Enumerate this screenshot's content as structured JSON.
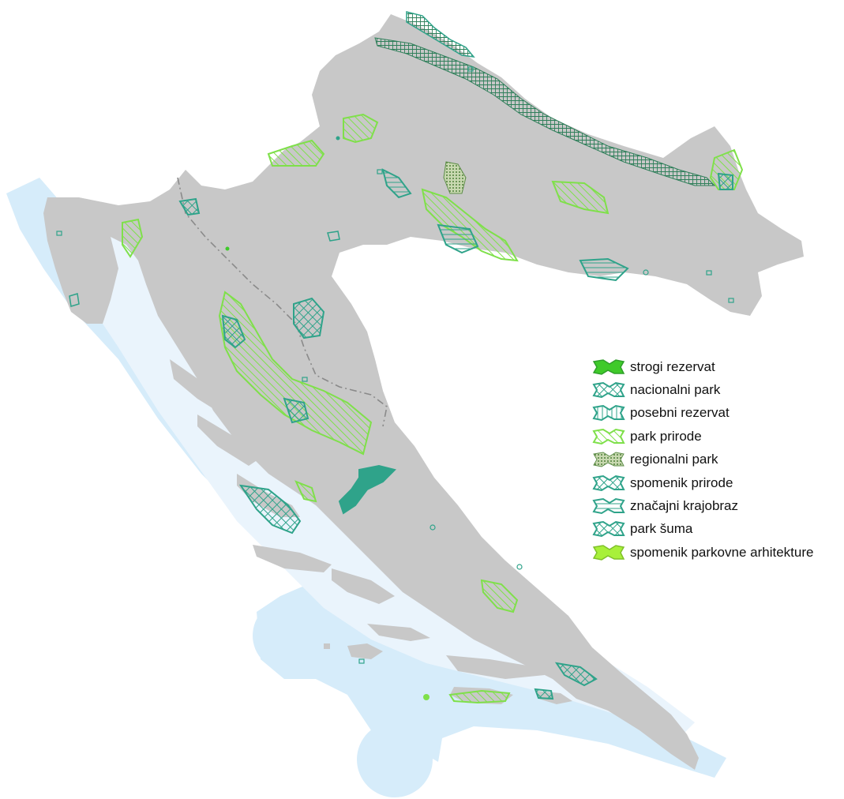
{
  "colors": {
    "land": "#c8c8c8",
    "sea_inner": "#eaf4fc",
    "sea_outer": "#d6ecfa",
    "teal": "#2fa38a",
    "lime": "#7fe04a",
    "bright_green": "#3fca2a",
    "olive": "#5f8f4a",
    "border_dash": "#8a8a8a"
  },
  "legend": {
    "items": [
      {
        "label": "strogi rezervat",
        "icon": "solid-green-blob-icon"
      },
      {
        "label": "nacionalni park",
        "icon": "teal-crosshatch-blob-icon"
      },
      {
        "label": "posebni rezervat",
        "icon": "teal-vertical-hatch-blob-icon"
      },
      {
        "label": "park prirode",
        "icon": "lime-diagonal-hatch-blob-icon"
      },
      {
        "label": "regionalni park",
        "icon": "olive-dotted-blob-icon"
      },
      {
        "label": "spomenik prirode",
        "icon": "teal-diagonal-cross-blob-icon"
      },
      {
        "label": "značajni krajobraz",
        "icon": "teal-horizontal-hatch-blob-icon"
      },
      {
        "label": "park šuma",
        "icon": "teal-cross-blob-icon"
      },
      {
        "label": "spomenik parkovne arhitekture",
        "icon": "lime-solid-blob-icon"
      }
    ]
  }
}
